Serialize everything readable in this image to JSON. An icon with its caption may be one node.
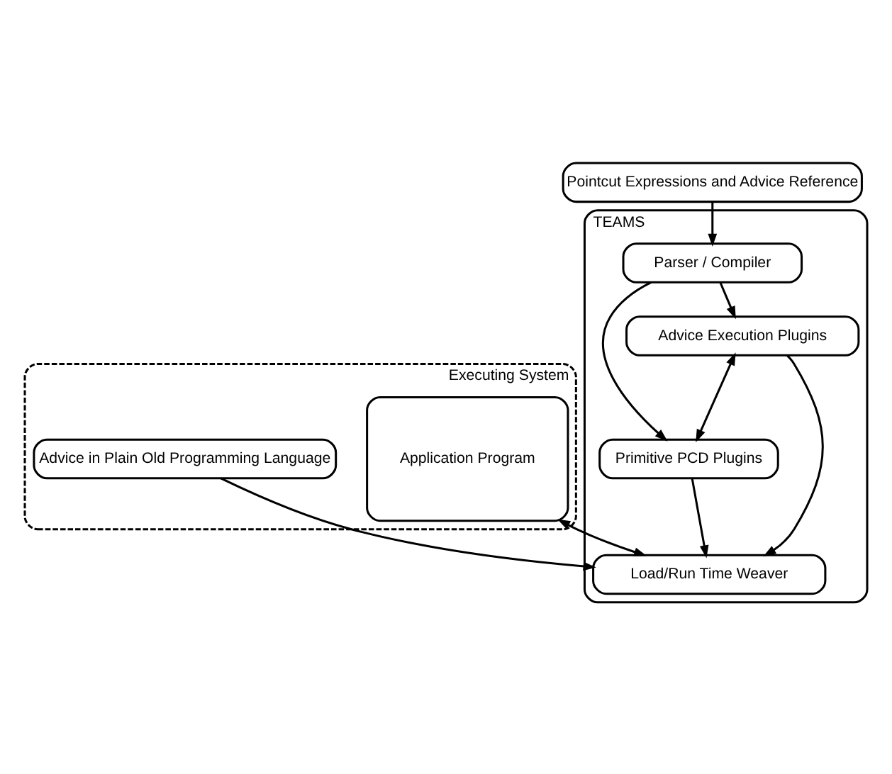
{
  "diagram": {
    "nodes": [
      {
        "text": [
          "Executing System"
        ]
      },
      {
        "text": [
          "Application Program"
        ],
        "in": 0
      },
      {
        "text": [
          "Advice in Plain Old Programming Language"
        ],
        "in": 0
      },
      {
        "text": [
          "Pointcut Expressions and Advice Reference"
        ]
      },
      {
        "text": [
          "TEAMS"
        ]
      },
      {
        "text": [
          "Parser / Compiler"
        ],
        "in": 4
      },
      {
        "text": [
          "Load/Run Time Weaver"
        ],
        "in": 4
      },
      {
        "text": [
          "Primitive PCD Plugins"
        ],
        "in": 4
      },
      {
        "text": [
          "Advice Execution Plugins"
        ],
        "in": 4
      }
    ],
    "edges": [
      {
        "from": 1,
        "to": 6,
        "arrow": "both"
      },
      {
        "from": 2,
        "to": 6,
        "arrow": "to"
      },
      {
        "from": 3,
        "to": 5,
        "arrow": "to"
      },
      {
        "from": 5,
        "to": 7,
        "arrow": "to"
      },
      {
        "from": 5,
        "to": 8,
        "arrow": "to"
      },
      {
        "from": 7,
        "to": 6,
        "arrow": "to"
      },
      {
        "from": 8,
        "to": 6,
        "arrow": "to"
      },
      {
        "from": 8,
        "to": 7,
        "arrow": "both"
      }
    ]
  }
}
